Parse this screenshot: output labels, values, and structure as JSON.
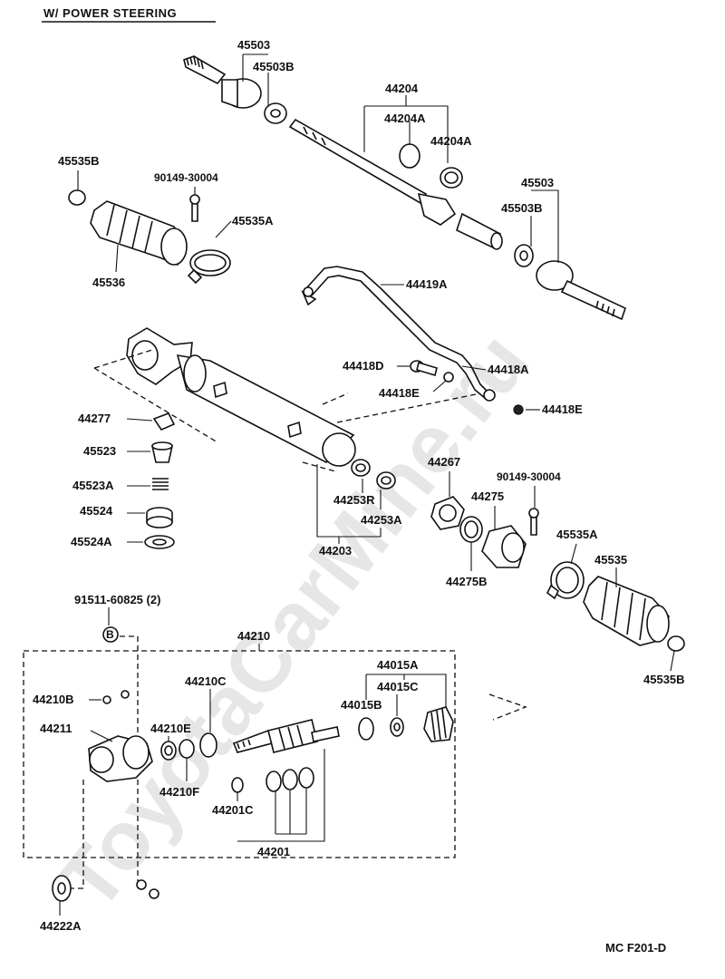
{
  "title": "W/ POWER STEERING",
  "footer_code": "MC F201-D",
  "watermark": "ToyotaCarMine.ru",
  "labels": {
    "p45503_top": "45503",
    "p45503B_top": "45503B",
    "p44204": "44204",
    "p44204A_1": "44204A",
    "p44204A_2": "44204A",
    "p45535B_left": "45535B",
    "p90149_left": "90149-30004",
    "p45535A_left": "45535A",
    "p45536": "45536",
    "p45503_right": "45503",
    "p45503B_right": "45503B",
    "p44419A": "44419A",
    "p44418D": "44418D",
    "p44418A": "44418A",
    "p44418E_1": "44418E",
    "p44418E_2": "44418E",
    "p44277": "44277",
    "p45523": "45523",
    "p45523A": "45523A",
    "p45524": "45524",
    "p45524A": "45524A",
    "p44253R": "44253R",
    "p44253A": "44253A",
    "p44203": "44203",
    "p44267": "44267",
    "p90149_right": "90149-30004",
    "p44275": "44275",
    "p44275B": "44275B",
    "p45535A_right": "45535A",
    "p45535": "45535",
    "p45535B_right": "45535B",
    "p91511": "91511-60825 (2)",
    "pB": "B",
    "p44210": "44210",
    "p44015A": "44015A",
    "p44015C": "44015C",
    "p44015B": "44015B",
    "p44210C": "44210C",
    "p44210B": "44210B",
    "p44210E": "44210E",
    "p44211": "44211",
    "p44210F": "44210F",
    "p44201C": "44201C",
    "p44201": "44201",
    "p44222A": "44222A"
  }
}
